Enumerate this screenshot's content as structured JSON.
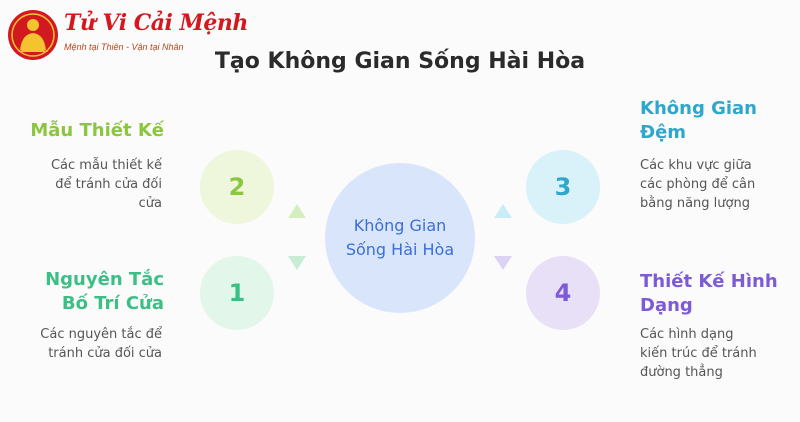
{
  "logo": {
    "title": "Tử Vi Cải Mệnh",
    "subtitle": "Mệnh tại Thiên - Vận tại Nhân"
  },
  "title": "Tạo Không Gian Sống Hài Hòa",
  "center": {
    "line1": "Không Gian",
    "line2": "Sống Hài Hòa"
  },
  "items": [
    {
      "number": "2",
      "heading": [
        "Mẫu Thiết Kế"
      ],
      "description": [
        "Các mẫu thiết kế",
        "để tránh cửa đối",
        "cửa"
      ],
      "color": "#8cc63f",
      "fill": "#eef6dc"
    },
    {
      "number": "1",
      "heading": [
        "Nguyên Tắc",
        "Bố Trí Cửa"
      ],
      "description": [
        "Các nguyên tắc để",
        "tránh cửa đối cửa"
      ],
      "color": "#3cbf85",
      "fill": "#e2f6ea"
    },
    {
      "number": "3",
      "heading": [
        "Không Gian",
        "Đệm"
      ],
      "description": [
        "Các khu vực giữa",
        "các phòng để cân",
        "bằng năng lượng"
      ],
      "color": "#2ea7cc",
      "fill": "#d9f1f8"
    },
    {
      "number": "4",
      "heading": [
        "Thiết Kế Hình",
        "Dạng"
      ],
      "description": [
        "Các hình dạng",
        "kiến trúc để tránh",
        "đường thẳng"
      ],
      "color": "#7d5bd6",
      "fill": "#e8e0f7"
    }
  ]
}
